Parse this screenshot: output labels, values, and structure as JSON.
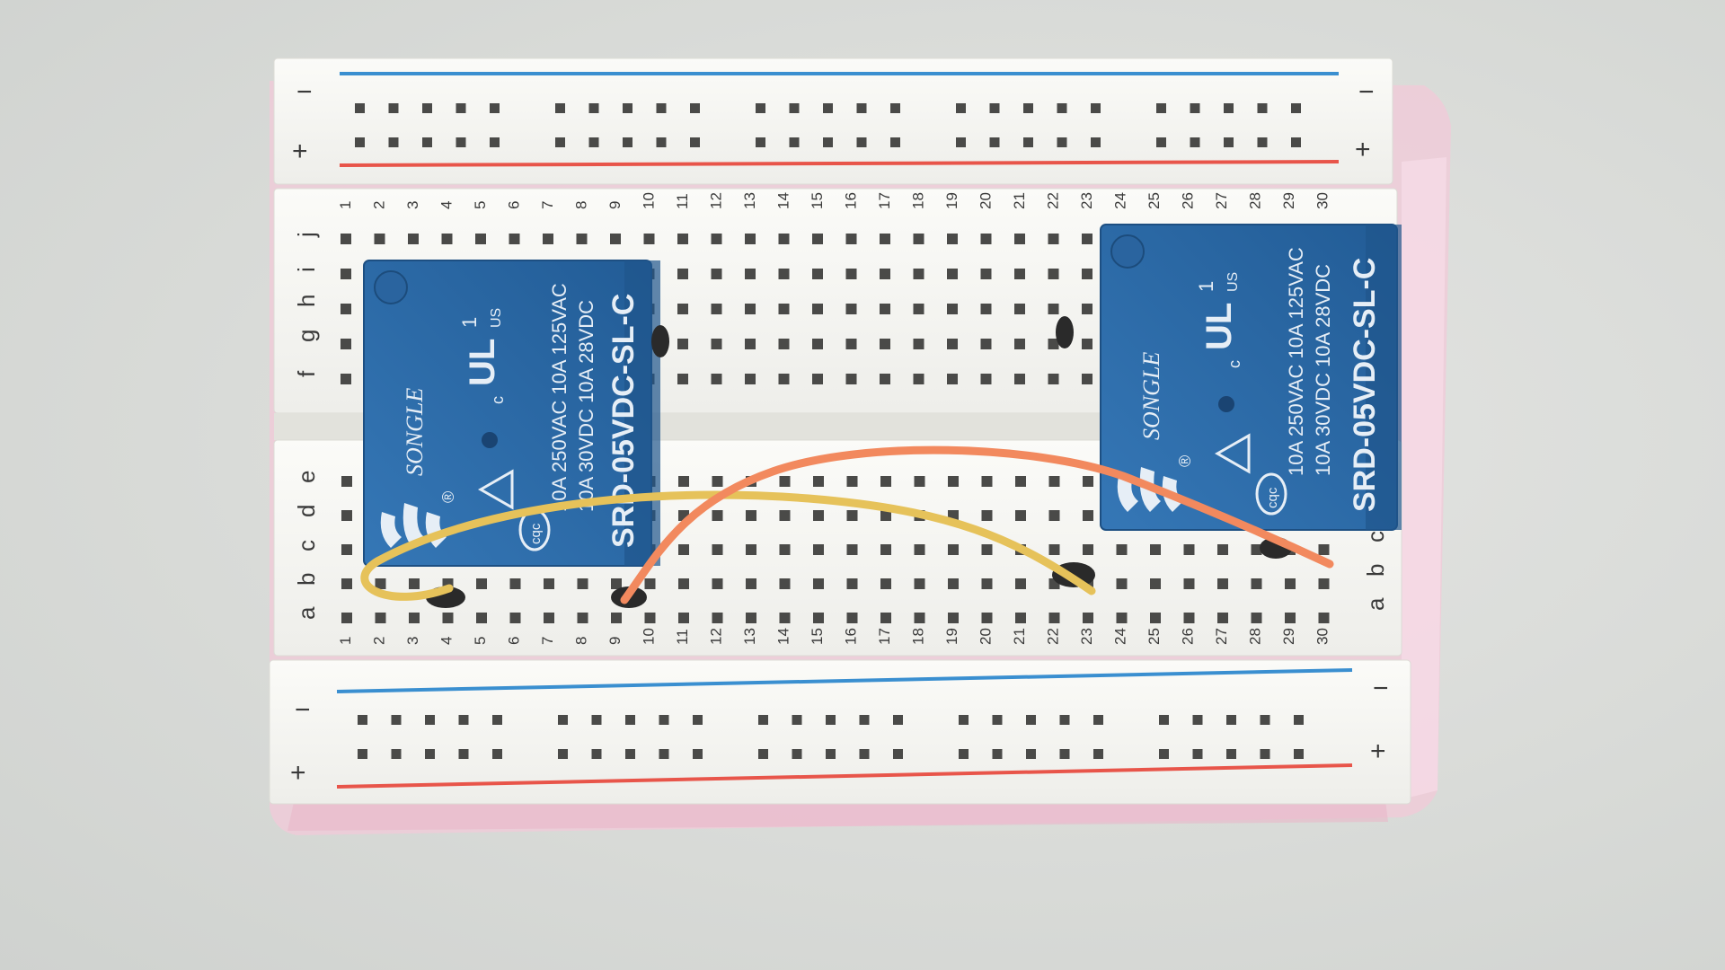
{
  "breadboard": {
    "rail_minus": "−",
    "rail_plus": "+",
    "column_numbers": [
      "1",
      "2",
      "3",
      "4",
      "5",
      "6",
      "7",
      "8",
      "9",
      "10",
      "11",
      "12",
      "13",
      "14",
      "15",
      "16",
      "17",
      "18",
      "19",
      "20",
      "21",
      "22",
      "23",
      "24",
      "25",
      "26",
      "27",
      "28",
      "29",
      "30"
    ],
    "top_row_letters": [
      "f",
      "g",
      "h",
      "i",
      "j"
    ],
    "bottom_row_letters": [
      "a",
      "b",
      "c",
      "d",
      "e"
    ]
  },
  "relays": [
    {
      "brand": "SONGLE",
      "model": "SRD-05VDC-SL-C",
      "rating_ac": "10A 250VAC  10A 125VAC",
      "rating_dc": "10A 30VDC  10A 28VDC",
      "cert_c": "c",
      "cert_us": "US",
      "cert_ul": "UL",
      "cert_cqc": "cqc",
      "cert_one": "1",
      "registered": "®"
    },
    {
      "brand": "SONGLE",
      "model": "SRD-05VDC-SL-C",
      "rating_ac": "10A 250VAC  10A 125VAC",
      "rating_dc": "10A 30VDC  10A 28VDC",
      "cert_c": "c",
      "cert_us": "US",
      "cert_ul": "UL",
      "cert_cqc": "cqc",
      "cert_one": "1",
      "registered": "®"
    }
  ],
  "colors": {
    "board": "#f6f6f3",
    "relay_blue": "#2b6aa8",
    "wire_yellow": "#e6c25a",
    "wire_orange": "#f2895e",
    "rail_blue": "#3a8fd0",
    "rail_red": "#e8554a",
    "bag_pink": "#f1c9d8"
  }
}
